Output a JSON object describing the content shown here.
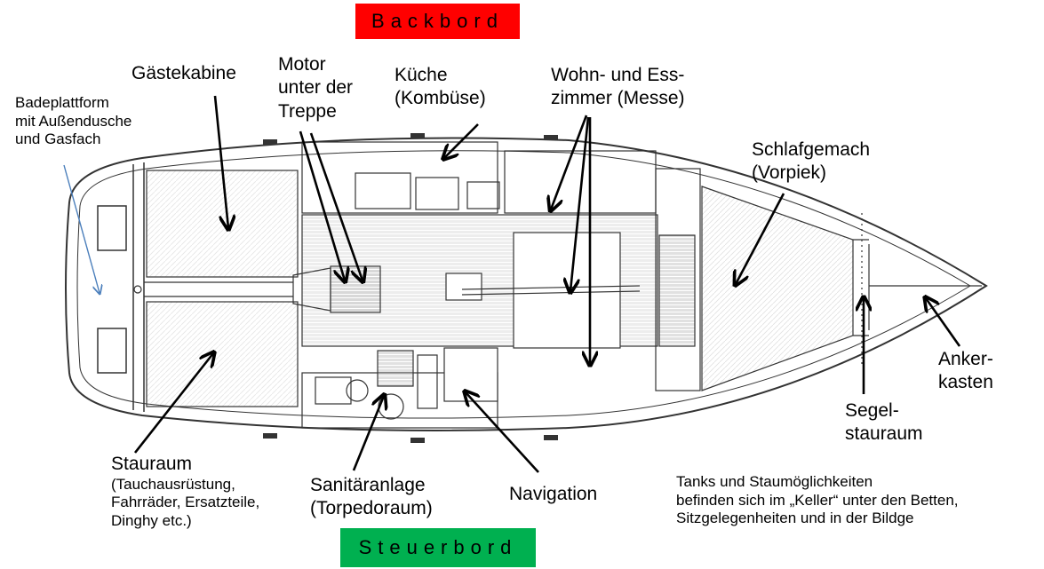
{
  "banners": {
    "port": {
      "text": "Backbord",
      "color": "#ff0000"
    },
    "starboard": {
      "text": "Steuerbord",
      "color": "#00b050"
    }
  },
  "labels": {
    "badeplattform": [
      "Badeplattform",
      "mit Außendusche",
      "und Gasfach"
    ],
    "gaestekabine": [
      "Gästekabine"
    ],
    "motor": [
      "Motor",
      "unter der",
      "Treppe"
    ],
    "kueche": [
      "Küche",
      "(Kombüse)"
    ],
    "wohn": [
      "Wohn- und Ess-",
      "zimmer (Messe)"
    ],
    "schlafgemach": [
      "Schlafgemach",
      "(Vorpiek)"
    ],
    "ankerkasten": [
      "Anker-",
      "kasten"
    ],
    "segelstauraum": [
      "Segel-",
      "stauraum"
    ],
    "stauraum_title": "Stauraum",
    "stauraum_detail": [
      "(Tauchausrüstung,",
      "Fahrräder, Ersatzteile,",
      "Dinghy etc.)"
    ],
    "sanitaer": [
      "Sanitäranlage",
      "(Torpedoraum)"
    ],
    "navigation": [
      "Navigation"
    ],
    "tanks_note": [
      "Tanks und Staumöglichkeiten",
      "befinden sich im „Keller“ unter den Betten,",
      "Sitzgelegenheiten und in der Bildge"
    ]
  },
  "colors": {
    "hull": "#333333",
    "floor_hatch": "#999999",
    "arrow": "#000000",
    "platform_arrow": "#4a7ebb"
  }
}
